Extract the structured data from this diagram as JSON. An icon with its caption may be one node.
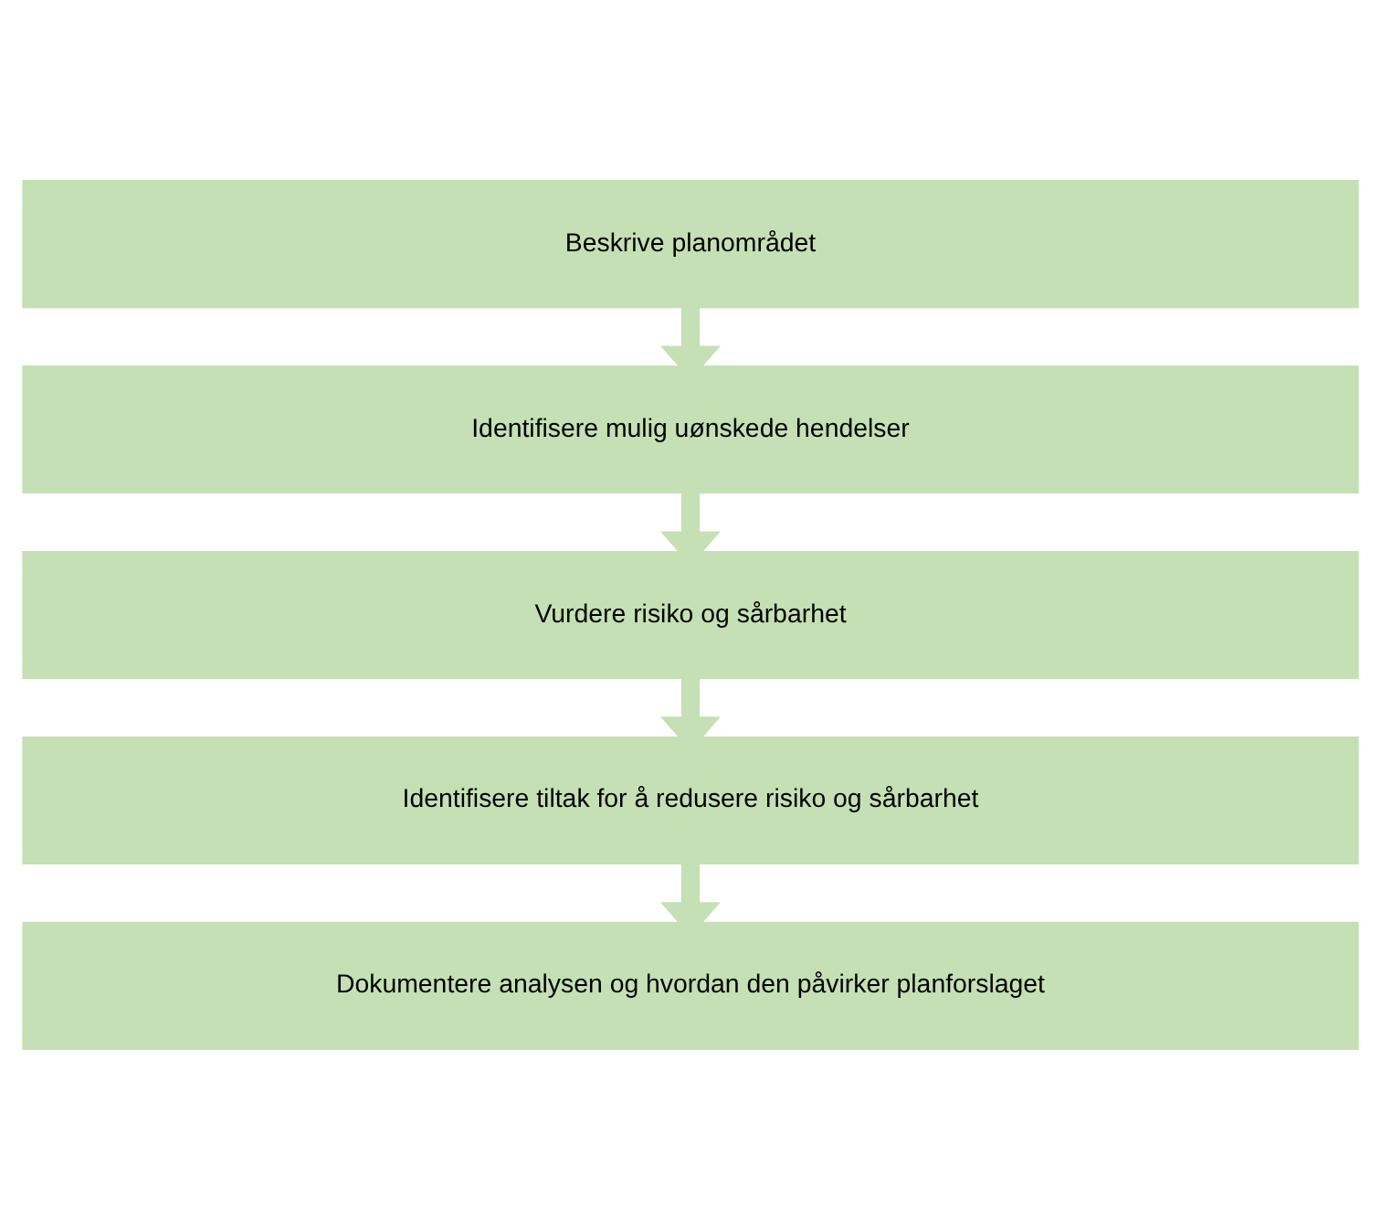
{
  "diagram": {
    "nodes": [
      {
        "text": [
          "Beskrive planområdet"
        ]
      },
      {
        "text": [
          "Identifisere mulig uønskede hendelser"
        ]
      },
      {
        "text": [
          "Vurdere risiko og sårbarhet"
        ]
      },
      {
        "text": [
          "Identifisere tiltak for å redusere risiko og sårbarhet"
        ]
      },
      {
        "text": [
          "Dokumentere analysen og hvordan den påvirker planforslaget"
        ]
      }
    ],
    "edges": [
      {
        "from": 0,
        "to": 1,
        "arrow": "to"
      },
      {
        "from": 1,
        "to": 2,
        "arrow": "to"
      },
      {
        "from": 2,
        "to": 3,
        "arrow": "to"
      },
      {
        "from": 3,
        "to": 4,
        "arrow": "to"
      }
    ]
  }
}
